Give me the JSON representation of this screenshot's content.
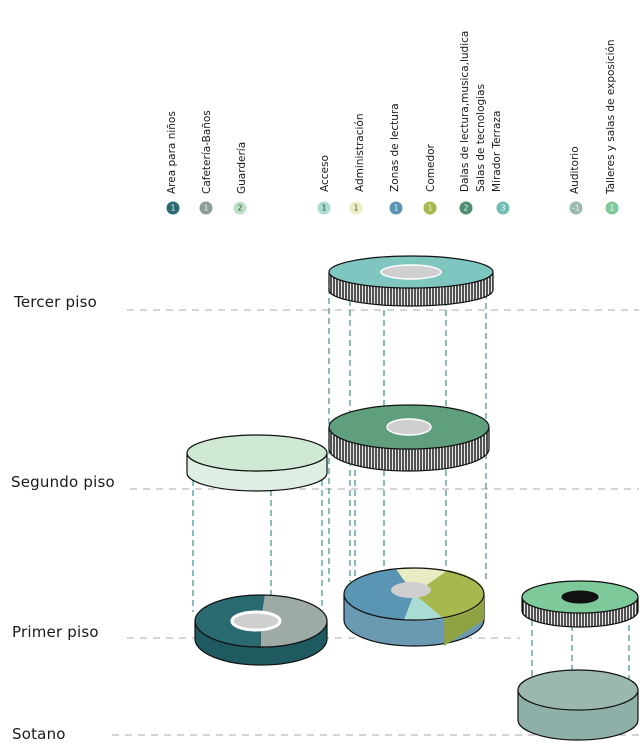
{
  "floors": [
    {
      "key": "tercer",
      "label": "Tercer  piso"
    },
    {
      "key": "segundo",
      "label": "Segundo  piso"
    },
    {
      "key": "primer",
      "label": "Primer piso"
    },
    {
      "key": "sotano",
      "label": "Sotano"
    }
  ],
  "legend": [
    {
      "label": "Area para niños",
      "badge": "1",
      "color": "#2a6b72",
      "text_color": "#e6f2f0"
    },
    {
      "label": "Cafetería-Baños",
      "badge": "1",
      "color": "#8b9c98",
      "text_color": "#eef2f0"
    },
    {
      "label": "Guardería",
      "badge": "2",
      "color": "#bfe0c8",
      "text_color": "#2f4a3a"
    },
    {
      "label": "Acceso",
      "badge": "1",
      "color": "#a8dcd4",
      "text_color": "#2f4a46"
    },
    {
      "label": "Administración",
      "badge": "1",
      "color": "#ecedc6",
      "text_color": "#5a5a30"
    },
    {
      "label": "Zonas de lectura",
      "badge": "1",
      "color": "#5a96b4",
      "text_color": "#eef4f8"
    },
    {
      "label": "Comedor",
      "badge": "1",
      "color": "#a6b84e",
      "text_color": "#f4f6e4"
    },
    {
      "label": "Dalas de lectura,musica,ludica",
      "badge": "2",
      "color": "#4e8e70",
      "text_color": "#eef6f2"
    },
    {
      "label": "Salas de tecnologias",
      "badge": "",
      "color": "",
      "text_color": ""
    },
    {
      "label": "Mirador Terraza",
      "badge": "3",
      "color": "#72bdb6",
      "text_color": "#eef8f6"
    },
    {
      "label": "Auditorio",
      "badge": "-1",
      "color": "#9ab8b0",
      "text_color": "#eef4f2"
    },
    {
      "label": "Talleres y salas de exposición",
      "badge": "1",
      "color": "#7dc99a",
      "text_color": "#eef8f2"
    }
  ],
  "colors": {
    "ink": "#111111",
    "dash_guides": "#a9a9a9",
    "dash_verticals": "#4a9a98",
    "hole": "#cfcfcf",
    "tercer_ring": "#7fc6c0",
    "segundo_ring": "#5f9f7e",
    "segundo_left_ring": "#cfe8d4",
    "primer_left_dark": "#2a6b72",
    "primer_left_grey": "#9eaaa6",
    "primer_center_blue": "#5a96b4",
    "primer_center_light": "#a8dcd4",
    "primer_center_cream": "#e9ebc2",
    "primer_center_olive": "#a6b84e",
    "primer_right_ring": "#7dc99a",
    "sotano_cylinder": "#9ab8b0"
  }
}
